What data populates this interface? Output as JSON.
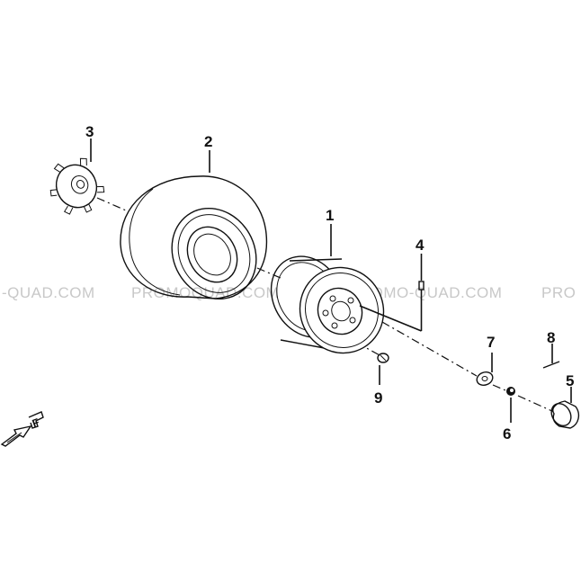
{
  "watermark": {
    "text_left": "-QUAD.COM",
    "text_mid_1": "PROMOQUAD.COM",
    "text_mid_2": "PROMO-QUAD.COM",
    "text_right": "PRO"
  },
  "parts": [
    {
      "number": "1",
      "part": "wheel-rim"
    },
    {
      "number": "2",
      "part": "tire"
    },
    {
      "number": "3",
      "part": "wheel-hub"
    },
    {
      "number": "4",
      "part": "valve"
    },
    {
      "number": "5",
      "part": "hub-cap"
    },
    {
      "number": "6",
      "part": "nut"
    },
    {
      "number": "7",
      "part": "washer"
    },
    {
      "number": "8",
      "part": "cotter-pin"
    },
    {
      "number": "9",
      "part": "wheel-nut"
    }
  ],
  "direction_indicator": {
    "letter": "F",
    "icon": "front-direction-arrow-icon"
  },
  "colors": {
    "line": "#111111",
    "watermark": "#c8c8c8",
    "background": "#ffffff"
  }
}
